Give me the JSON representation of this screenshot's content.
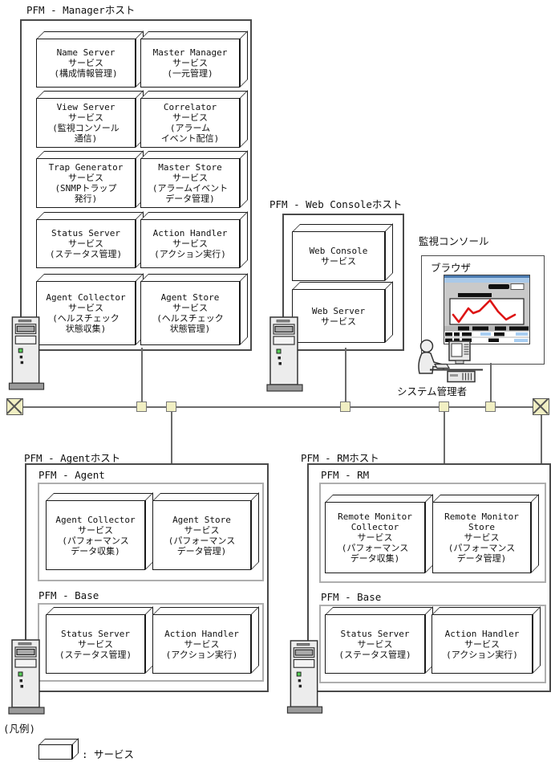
{
  "colors": {
    "diagram_line": "#6b6b6b",
    "connector_fill": "#f1efc3",
    "host_border": "#4a4a4a",
    "group_border": "#aeaeae",
    "service_border": "#1a1a1a",
    "chart_line_red": "#dd1414",
    "browser_titlebar": "#a9c9e9",
    "browser_titlebar_top": "#4a7ab0",
    "browser_body": "#c9c9c9",
    "table_cell_blue": "#a8cef2"
  },
  "hosts": {
    "manager": {
      "label": "PFM - Managerホスト",
      "services": [
        [
          "Name Server",
          "サービス",
          "(構成情報管理)"
        ],
        [
          "Master Manager",
          "サービス",
          "(一元管理)"
        ],
        [
          "View Server",
          "サービス",
          "(監視コンソール",
          "通信)"
        ],
        [
          "Correlator",
          "サービス",
          "(アラーム",
          "イベント配信)"
        ],
        [
          "Trap Generator",
          "サービス",
          "(SNMPトラップ",
          "発行)"
        ],
        [
          "Master Store",
          "サービス",
          "(アラームイベント",
          "データ管理)"
        ],
        [
          "Status Server",
          "サービス",
          "(ステータス管理)"
        ],
        [
          "Action Handler",
          "サービス",
          "(アクション実行)"
        ],
        [
          "Agent Collector",
          "サービス",
          "(ヘルスチェック",
          "状態収集)"
        ],
        [
          "Agent Store",
          "サービス",
          "(ヘルスチェック",
          "状態管理)"
        ]
      ]
    },
    "web_console": {
      "label": "PFM - Web Consoleホスト",
      "services": [
        [
          "Web Console",
          "サービス"
        ],
        [
          "Web Server",
          "サービス"
        ]
      ]
    },
    "agent": {
      "label": "PFM - Agentホスト",
      "groups": [
        {
          "label": "PFM - Agent",
          "services": [
            [
              "Agent Collector",
              "サービス",
              "(パフォーマンス",
              "データ収集)"
            ],
            [
              "Agent Store",
              "サービス",
              "(パフォーマンス",
              "データ管理)"
            ]
          ]
        },
        {
          "label": "PFM - Base",
          "services": [
            [
              "Status Server",
              "サービス",
              "(ステータス管理)"
            ],
            [
              "Action Handler",
              "サービス",
              "(アクション実行)"
            ]
          ]
        }
      ]
    },
    "rm": {
      "label": "PFM - RMホスト",
      "groups": [
        {
          "label": "PFM - RM",
          "services": [
            [
              "Remote Monitor",
              "Collector",
              "サービス",
              "(パフォーマンス",
              "データ収集)"
            ],
            [
              "Remote Monitor",
              "Store",
              "サービス",
              "(パフォーマンス",
              "データ管理)"
            ]
          ]
        },
        {
          "label": "PFM - Base",
          "services": [
            [
              "Status Server",
              "サービス",
              "(ステータス管理)"
            ],
            [
              "Action Handler",
              "サービス",
              "(アクション実行)"
            ]
          ]
        }
      ]
    }
  },
  "console": {
    "label": "監視コンソール",
    "browser_label": "ブラウザ",
    "admin_label": "システム管理者"
  },
  "legend": {
    "title": "(凡例)",
    "service_label": ": サービス"
  }
}
